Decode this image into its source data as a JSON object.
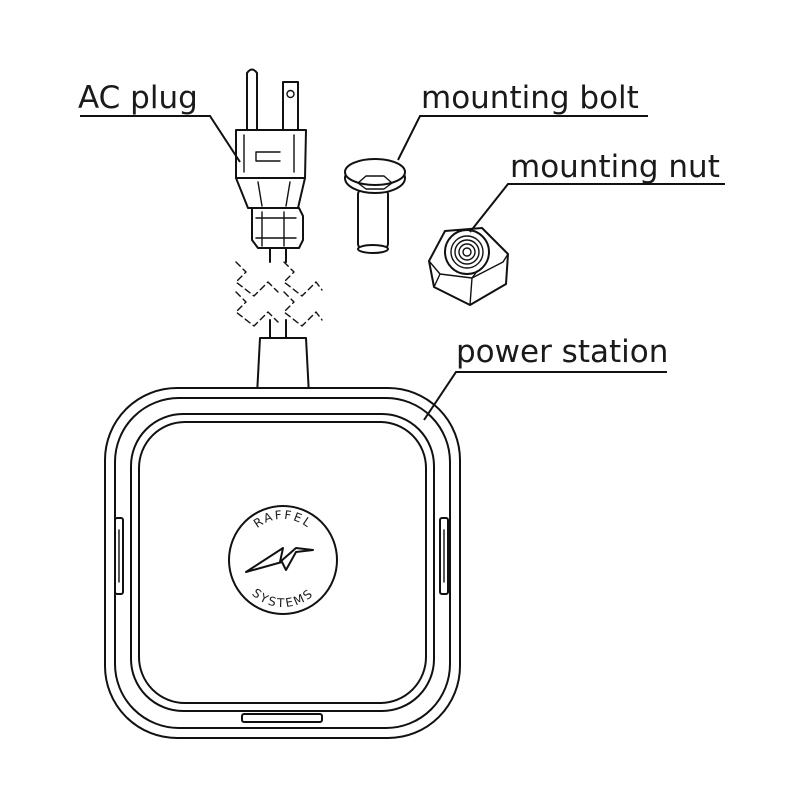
{
  "labels": {
    "ac_plug": "AC plug",
    "mounting_bolt": "mounting bolt",
    "mounting_nut": "mounting nut",
    "power_station": "power station"
  },
  "logo": {
    "top_text": "RAFFEL",
    "bottom_text": "SYSTEMS"
  },
  "icons": [
    "ac-plug-icon",
    "mounting-bolt-icon",
    "mounting-nut-icon",
    "power-station-icon",
    "raffel-systems-logo",
    "cable-break-icon"
  ],
  "colors": {
    "line": "#111111",
    "background": "#ffffff"
  }
}
